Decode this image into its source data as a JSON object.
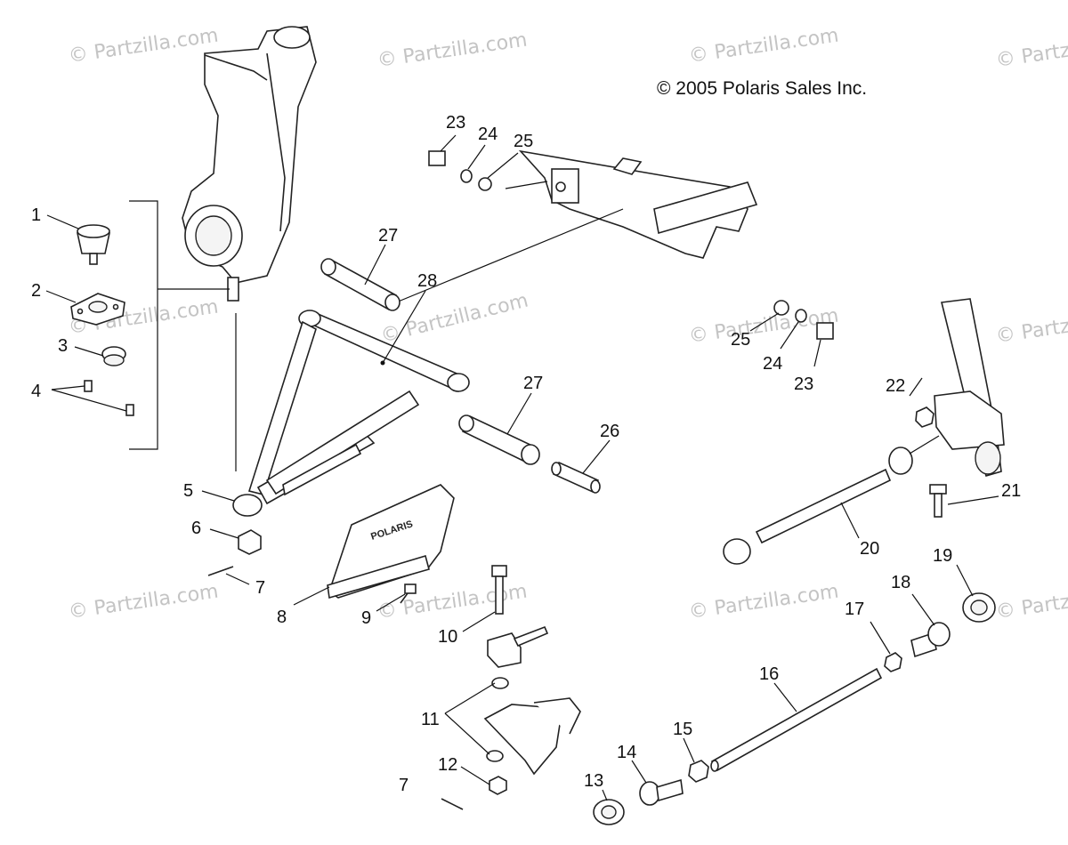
{
  "copyright": "© 2005 Polaris Sales Inc.",
  "watermarks": [
    "© Partzilla.com",
    "© Partzilla.com",
    "© Partzilla.com",
    "© Partzilla.com",
    "© Partzilla.com",
    "© Partzilla.com",
    "© Partzilla.com",
    "© Partzilla.com",
    "© Partzilla.com",
    "© Partzilla.com",
    "© Partzilla.com",
    "© Partzilla.com"
  ],
  "brand_decal": "POLARIS",
  "callouts": [
    "1",
    "2",
    "3",
    "4",
    "5",
    "6",
    "7",
    "8",
    "9",
    "10",
    "11",
    "12",
    "7",
    "13",
    "14",
    "15",
    "16",
    "17",
    "18",
    "19",
    "20",
    "21",
    "22",
    "23",
    "24",
    "25",
    "25",
    "24",
    "23",
    "26",
    "27",
    "27",
    "28"
  ]
}
